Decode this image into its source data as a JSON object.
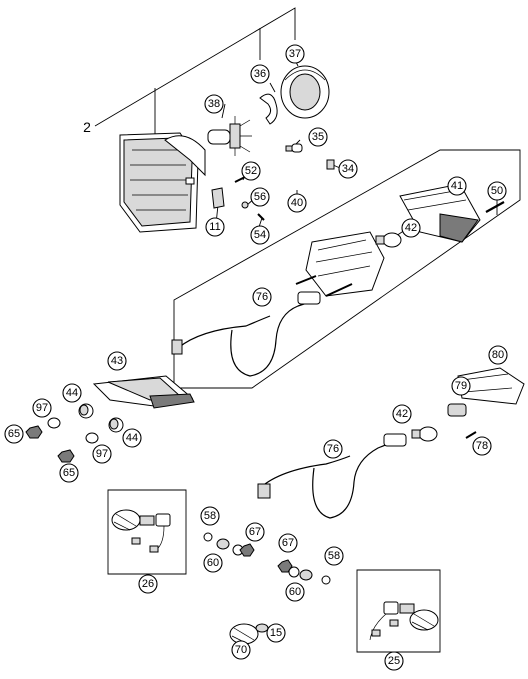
{
  "diagram": {
    "kind": "exploded parts diagram",
    "plain_label": "2",
    "callouts": {
      "c37": "37",
      "c36": "36",
      "c38": "38",
      "c35": "35",
      "c34": "34",
      "c52": "52",
      "c56": "56",
      "c11": "11",
      "c54": "54",
      "c41": "41",
      "c50": "50",
      "c40": "40",
      "c42a": "42",
      "c76a": "76",
      "c43": "43",
      "c44a": "44",
      "c97a": "97",
      "c65a": "65",
      "c44b": "44",
      "c97b": "97",
      "c65b": "65",
      "c80": "80",
      "c79": "79",
      "c42b": "42",
      "c78": "78",
      "c76b": "76",
      "c58a": "58",
      "c67a": "67",
      "c60a": "60",
      "c26": "26",
      "c67b": "67",
      "c58b": "58",
      "c60b": "60",
      "c15": "15",
      "c70": "70",
      "c25": "25"
    }
  }
}
